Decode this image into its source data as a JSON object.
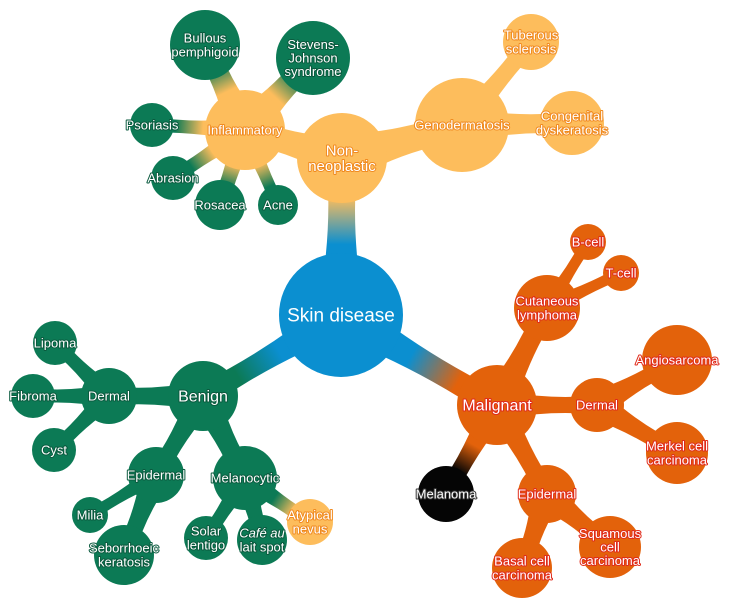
{
  "colors": {
    "root": "#0b8fd0",
    "green": "#0c7a55",
    "yellow": "#fdbd5c",
    "orange": "#e3620b",
    "black": "#050505"
  },
  "nodes": {
    "root": {
      "lines": [
        "Skin disease"
      ],
      "color": "root"
    },
    "nonneoplastic": {
      "lines": [
        "Non-",
        "neoplastic"
      ],
      "color": "yellow"
    },
    "inflammatory": {
      "lines": [
        "Inflammatory"
      ],
      "color": "yellow"
    },
    "bullous": {
      "lines": [
        "Bullous",
        "pemphigoid"
      ],
      "color": "green"
    },
    "sjs": {
      "lines": [
        "Stevens-",
        "Johnson",
        "syndrome"
      ],
      "color": "green"
    },
    "psoriasis": {
      "lines": [
        "Psoriasis"
      ],
      "color": "green"
    },
    "abrasion": {
      "lines": [
        "Abrasion"
      ],
      "color": "green"
    },
    "rosacea": {
      "lines": [
        "Rosacea"
      ],
      "color": "green"
    },
    "acne": {
      "lines": [
        "Acne"
      ],
      "color": "green"
    },
    "genodermatosis": {
      "lines": [
        "Genodermatosis"
      ],
      "color": "yellow"
    },
    "tuberous": {
      "lines": [
        "Tuberous",
        "sclerosis"
      ],
      "color": "yellow"
    },
    "congenital": {
      "lines": [
        "Congenital",
        "dyskeratosis"
      ],
      "color": "yellow"
    },
    "benign": {
      "lines": [
        "Benign"
      ],
      "color": "green"
    },
    "dermal_benign": {
      "lines": [
        "Dermal"
      ],
      "color": "green"
    },
    "lipoma": {
      "lines": [
        "Lipoma"
      ],
      "color": "green"
    },
    "fibroma": {
      "lines": [
        "Fibroma"
      ],
      "color": "green"
    },
    "cyst": {
      "lines": [
        "Cyst"
      ],
      "color": "green"
    },
    "epidermal_benign": {
      "lines": [
        "Epidermal"
      ],
      "color": "green"
    },
    "milia": {
      "lines": [
        "Milia"
      ],
      "color": "green"
    },
    "seborrhoeic": {
      "lines": [
        "Seborrhoeic",
        "keratosis"
      ],
      "color": "green"
    },
    "melanocytic": {
      "lines": [
        "Melanocytic"
      ],
      "color": "green"
    },
    "solar": {
      "lines": [
        "Solar",
        "lentigo"
      ],
      "color": "green"
    },
    "cafe": {
      "lines": [
        "Café au",
        "lait spot"
      ],
      "color": "green"
    },
    "atypical": {
      "lines": [
        "Atypical",
        "nevus"
      ],
      "color": "yellow"
    },
    "malignant": {
      "lines": [
        "Malignant"
      ],
      "color": "orange"
    },
    "cutaneous": {
      "lines": [
        "Cutaneous",
        "lymphoma"
      ],
      "color": "orange"
    },
    "bcell": {
      "lines": [
        "B-cell"
      ],
      "color": "orange"
    },
    "tcell": {
      "lines": [
        "T-cell"
      ],
      "color": "orange"
    },
    "dermal_malignant": {
      "lines": [
        "Dermal"
      ],
      "color": "orange"
    },
    "angiosarcoma": {
      "lines": [
        "Angiosarcoma"
      ],
      "color": "orange"
    },
    "merkel": {
      "lines": [
        "Merkel cell",
        "carcinoma"
      ],
      "color": "orange"
    },
    "melanoma": {
      "lines": [
        "Melanoma"
      ],
      "color": "black"
    },
    "epidermal_malignant": {
      "lines": [
        "Epidermal"
      ],
      "color": "orange"
    },
    "basal": {
      "lines": [
        "Basal cell",
        "carcinoma"
      ],
      "color": "orange"
    },
    "squamous": {
      "lines": [
        "Squamous",
        "cell",
        "carcinoma"
      ],
      "color": "orange"
    }
  },
  "edges": [
    [
      "root",
      "nonneoplastic"
    ],
    [
      "nonneoplastic",
      "inflammatory"
    ],
    [
      "nonneoplastic",
      "genodermatosis"
    ],
    [
      "inflammatory",
      "bullous"
    ],
    [
      "inflammatory",
      "sjs"
    ],
    [
      "inflammatory",
      "psoriasis"
    ],
    [
      "inflammatory",
      "abrasion"
    ],
    [
      "inflammatory",
      "rosacea"
    ],
    [
      "inflammatory",
      "acne"
    ],
    [
      "genodermatosis",
      "tuberous"
    ],
    [
      "genodermatosis",
      "congenital"
    ],
    [
      "root",
      "benign"
    ],
    [
      "benign",
      "dermal_benign"
    ],
    [
      "dermal_benign",
      "lipoma"
    ],
    [
      "dermal_benign",
      "fibroma"
    ],
    [
      "dermal_benign",
      "cyst"
    ],
    [
      "benign",
      "epidermal_benign"
    ],
    [
      "epidermal_benign",
      "milia"
    ],
    [
      "epidermal_benign",
      "seborrhoeic"
    ],
    [
      "benign",
      "melanocytic"
    ],
    [
      "melanocytic",
      "solar"
    ],
    [
      "melanocytic",
      "cafe"
    ],
    [
      "melanocytic",
      "atypical"
    ],
    [
      "root",
      "malignant"
    ],
    [
      "malignant",
      "cutaneous"
    ],
    [
      "cutaneous",
      "bcell"
    ],
    [
      "cutaneous",
      "tcell"
    ],
    [
      "malignant",
      "dermal_malignant"
    ],
    [
      "dermal_malignant",
      "angiosarcoma"
    ],
    [
      "dermal_malignant",
      "merkel"
    ],
    [
      "malignant",
      "melanoma"
    ],
    [
      "malignant",
      "epidermal_malignant"
    ],
    [
      "epidermal_malignant",
      "basal"
    ],
    [
      "epidermal_malignant",
      "squamous"
    ]
  ]
}
